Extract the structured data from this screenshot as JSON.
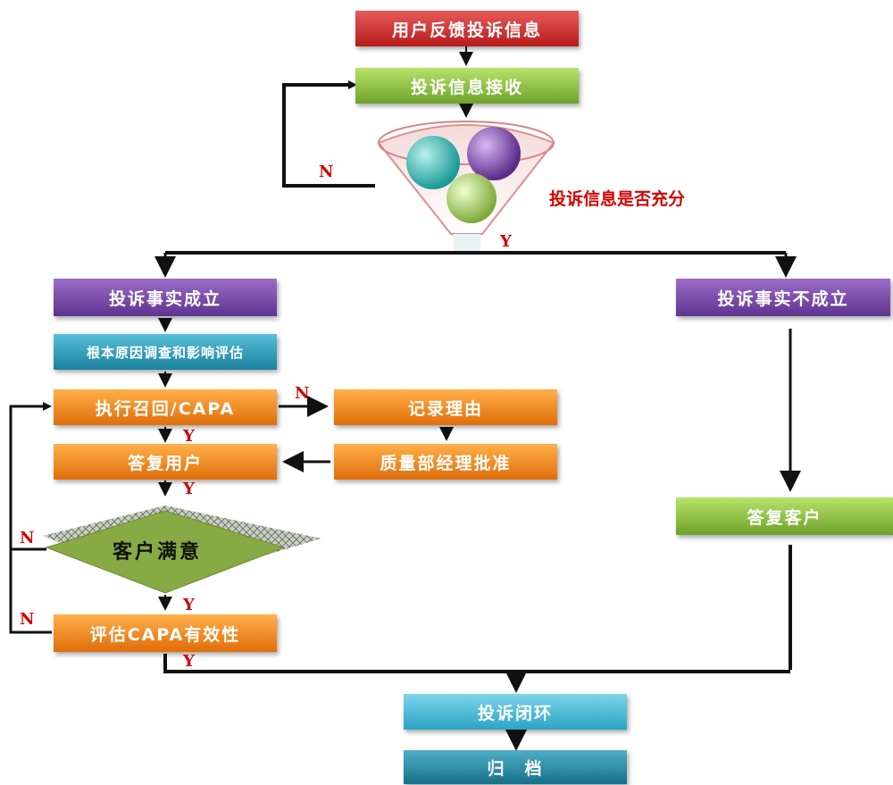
{
  "nodes": {
    "feedback": "用户反馈投诉信息",
    "receive": "投诉信息接收",
    "sufficient": "投诉信息是否充分",
    "established": "投诉事实成立",
    "not_established": "投诉事实不成立",
    "root_cause": "根本原因调查和影响评估",
    "capa": "执行召回/CAPA",
    "record_reason": "记录理由",
    "reply_user": "答复用户",
    "qa_approve": "质量部经理批准",
    "satisfied": "客户满意",
    "reply_customer": "答复客户",
    "evaluate": "评估CAPA有效性",
    "close_loop": "投诉闭环",
    "archive": "归　档"
  },
  "labels": {
    "yes": "Y",
    "no": "N"
  },
  "colors": {
    "red": "#c62828",
    "green": "#8bc34a",
    "purple": "#7b4ca8",
    "teal": "#2b9fbd",
    "orange": "#f5891f"
  }
}
